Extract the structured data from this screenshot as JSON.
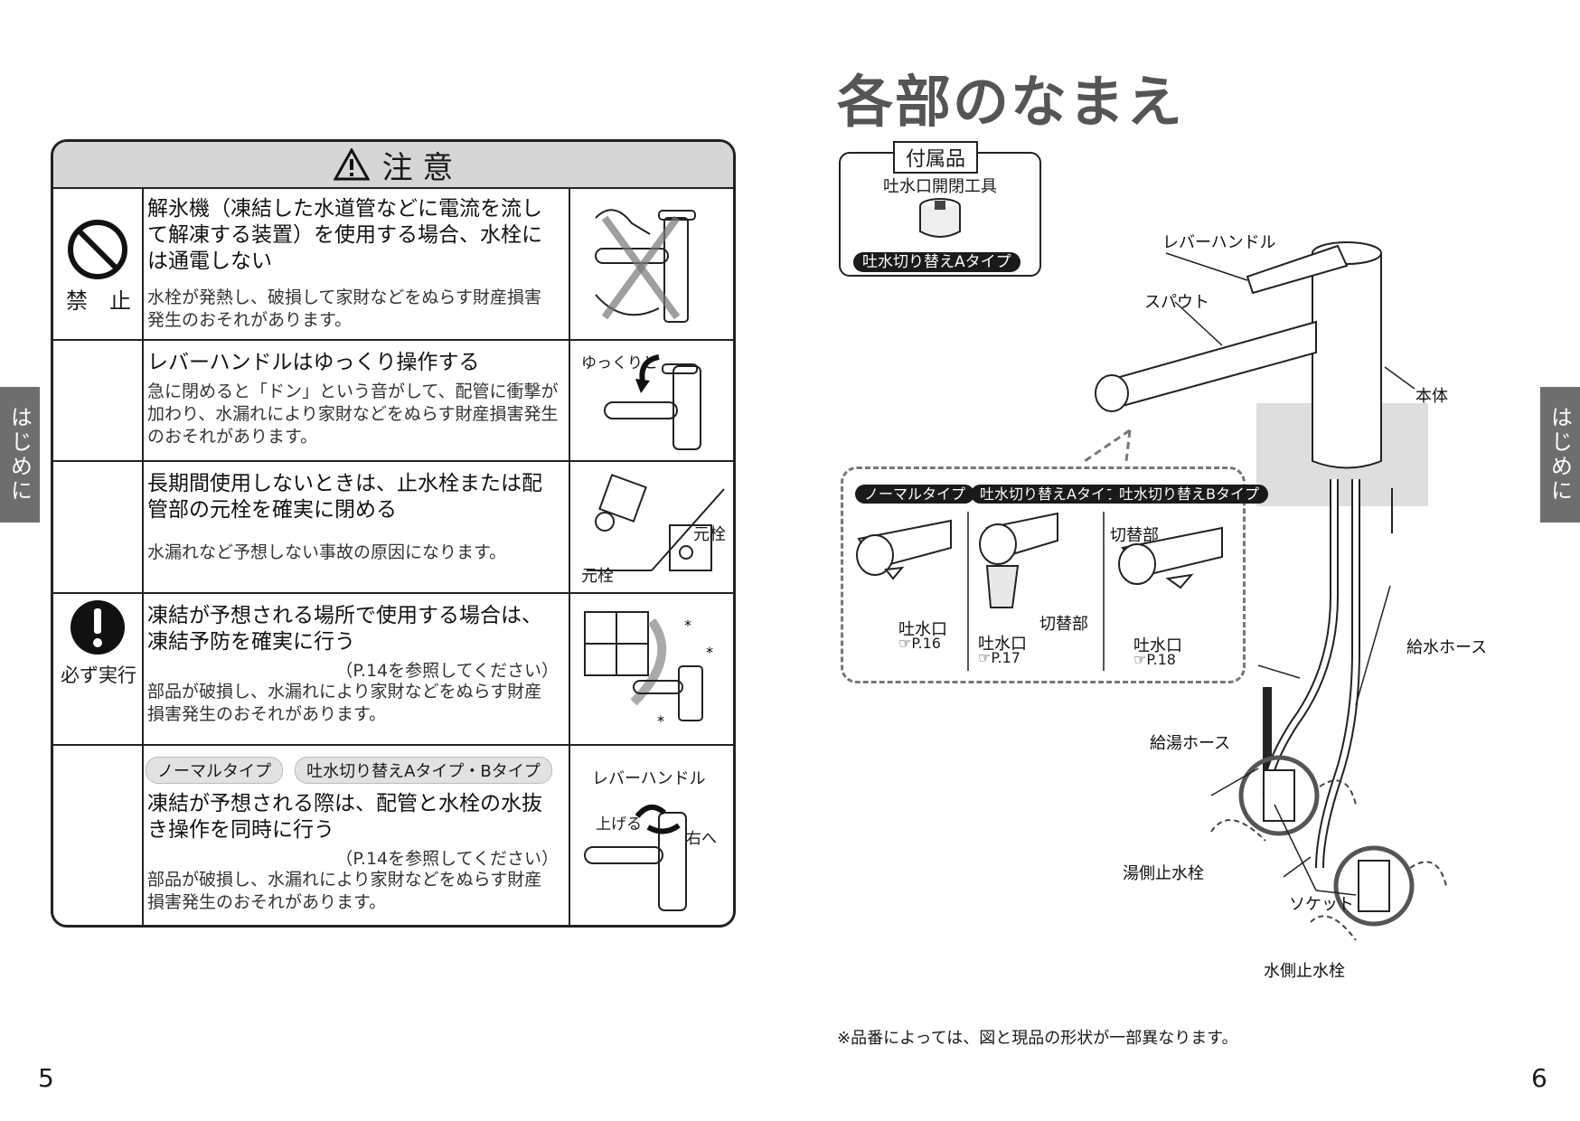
{
  "left_page": {
    "page_number": "5",
    "side_tab": "はじめに",
    "caution": {
      "header": "注 意",
      "rows": [
        {
          "category": "禁　止",
          "main": "解氷機（凍結した水道管などに電流を流して解凍する装置）を使用する場合、水栓には通電しない",
          "sub": "水栓が発熱し、破損して家財などをぬらす財産損害発生のおそれがあります。"
        },
        {
          "main": "レバーハンドルはゆっくり操作する",
          "sub": "急に閉めると「ドン」という音がして、配管に衝撃が加わり、水漏れにより家財などをぬらす財産損害発生のおそれがあります。",
          "image_label": "ゆっくりと"
        },
        {
          "main": "長期間使用しないときは、止水栓または配管部の元栓を確実に閉める",
          "sub": "水漏れなど予想しない事故の原因になります。",
          "image_labels": [
            "元栓",
            "元栓"
          ]
        },
        {
          "main": "凍結が予想される場所で使用する場合は、凍結予防を確実に行う",
          "ref": "（P.14を参照してください）",
          "sub": "部品が破損し、水漏れにより家財などをぬらす財産損害発生のおそれがあります。"
        },
        {
          "pills": [
            "ノーマルタイプ",
            "吐水切り替えAタイプ・Bタイプ"
          ],
          "main": "凍結が予想される際は、配管と水栓の水抜き操作を同時に行う",
          "ref": "（P.14を参照してください）",
          "sub": "部品が破損し、水漏れにより家財などをぬらす財産損害発生のおそれがあります。",
          "image_labels": [
            "レバーハンドル",
            "上げる",
            "右へ"
          ]
        }
      ],
      "category_must": "必ず実行"
    }
  },
  "right_page": {
    "page_number": "6",
    "side_tab": "はじめに",
    "title": "各部のなまえ",
    "accessory": {
      "title": "付属品",
      "item": "吐水口開閉工具",
      "type_badge": "吐水切り替えAタイプ"
    },
    "parts": {
      "lever": "レバーハンドル",
      "spout": "スパウト",
      "body": "本体",
      "supply_hose": "給水ホース",
      "hot_hose": "給湯ホース",
      "hot_valve": "湯側止水栓",
      "socket": "ソケット",
      "water_valve": "水側止水栓"
    },
    "types": [
      {
        "badge": "ノーマルタイプ",
        "outlet": "吐水口",
        "page": "P.16"
      },
      {
        "badge": "吐水切り替えAタイプ",
        "outlet": "吐水口",
        "switch": "切替部",
        "page": "P.17"
      },
      {
        "badge": "吐水切り替えBタイプ",
        "outlet": "吐水口",
        "switch": "切替部",
        "page": "P.18"
      }
    ],
    "note": "※品番によっては、図と現品の形状が一部異なります。"
  },
  "colors": {
    "header_bg": "#d6d6d6",
    "tab_bg": "#6e6e6e",
    "title": "#555555"
  }
}
